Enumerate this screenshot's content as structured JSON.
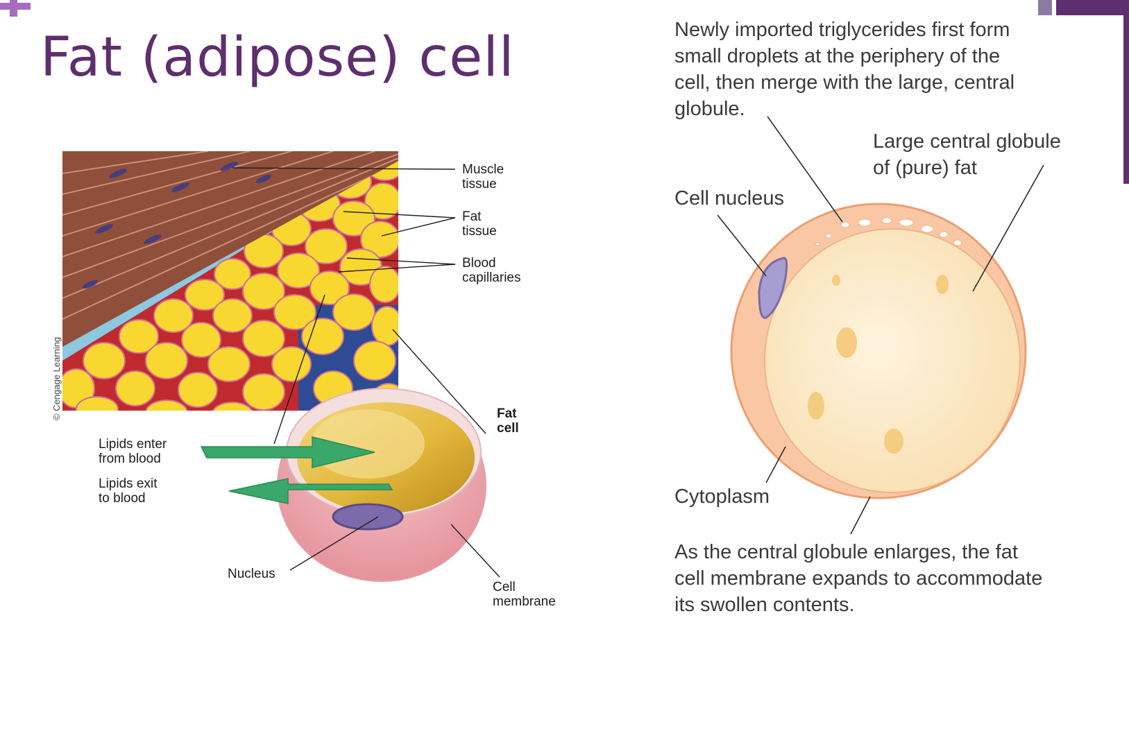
{
  "title": "Fat (adipose) cell",
  "left_figure": {
    "credit": "© Cengage Learning",
    "labels": {
      "muscle": [
        "Muscle",
        "tissue"
      ],
      "fat_tissue": [
        "Fat",
        "tissue"
      ],
      "capillaries": [
        "Blood",
        "capillaries"
      ],
      "fat_cell": [
        "Fat",
        "cell"
      ],
      "lipids_enter": [
        "Lipids enter",
        "from blood"
      ],
      "lipids_exit": [
        "Lipids exit",
        "to blood"
      ],
      "nucleus": "Nucleus",
      "membrane": [
        "Cell",
        "membrane"
      ]
    }
  },
  "right_figure": {
    "intro": [
      "Newly imported triglycerides first form",
      "small droplets at the periphery of the",
      "cell, then merge with the large, central",
      "globule."
    ],
    "globule": [
      "Large central globule",
      "of (pure) fat"
    ],
    "nucleus": "Cell nucleus",
    "cytoplasm": "Cytoplasm",
    "outro": [
      "As the central globule enlarges, the fat",
      "cell membrane expands to accommodate",
      "its swollen contents."
    ]
  },
  "colors": {
    "title": "#5e2f6e",
    "fat": "#f7d730",
    "capillary_red": "#c3202a",
    "capillary_blue": "#1f4fa0",
    "muscle": "#8f4f3a",
    "connective": "#8cc8e0",
    "arrow_green": "#3aa86a",
    "cell_pink": "#f1aeb5",
    "nucleus_purple": "#7c6aaa",
    "globule_fill": "#fde9c6",
    "membrane_orange": "#eea276"
  }
}
